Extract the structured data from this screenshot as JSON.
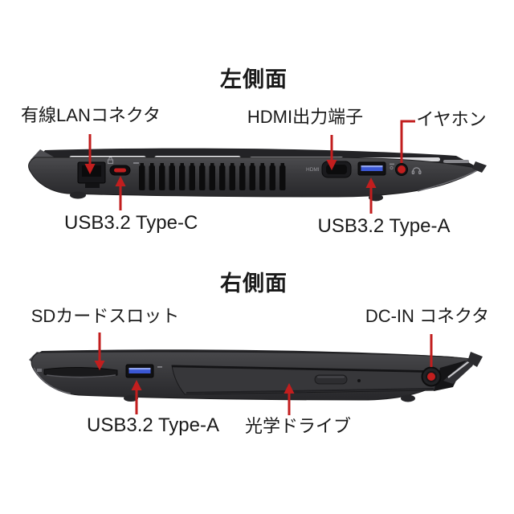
{
  "page": {
    "background": "#ffffff"
  },
  "colors": {
    "arrow_red": "#c21e1e",
    "label_text": "#1a1a1a",
    "usb_blue": "#3a57d4",
    "laptop_body_dark": "#37373a"
  },
  "sections": [
    {
      "heading": "左側面",
      "labels": {
        "lan": "有線LANコネクタ",
        "hdmi": "HDMI出力端子",
        "earphone": "イヤホン",
        "usb_type_c": "USB3.2 Type-C",
        "usb_type_a": "USB3.2 Type-A"
      },
      "port_marking_hdmi": "HDMI"
    },
    {
      "heading": "右側面",
      "labels": {
        "sd_card": "SDカードスロット",
        "dc_in": "DC-IN コネクタ",
        "usb_type_a": "USB3.2 Type-A",
        "optical_drive": "光学ドライブ"
      }
    }
  ]
}
